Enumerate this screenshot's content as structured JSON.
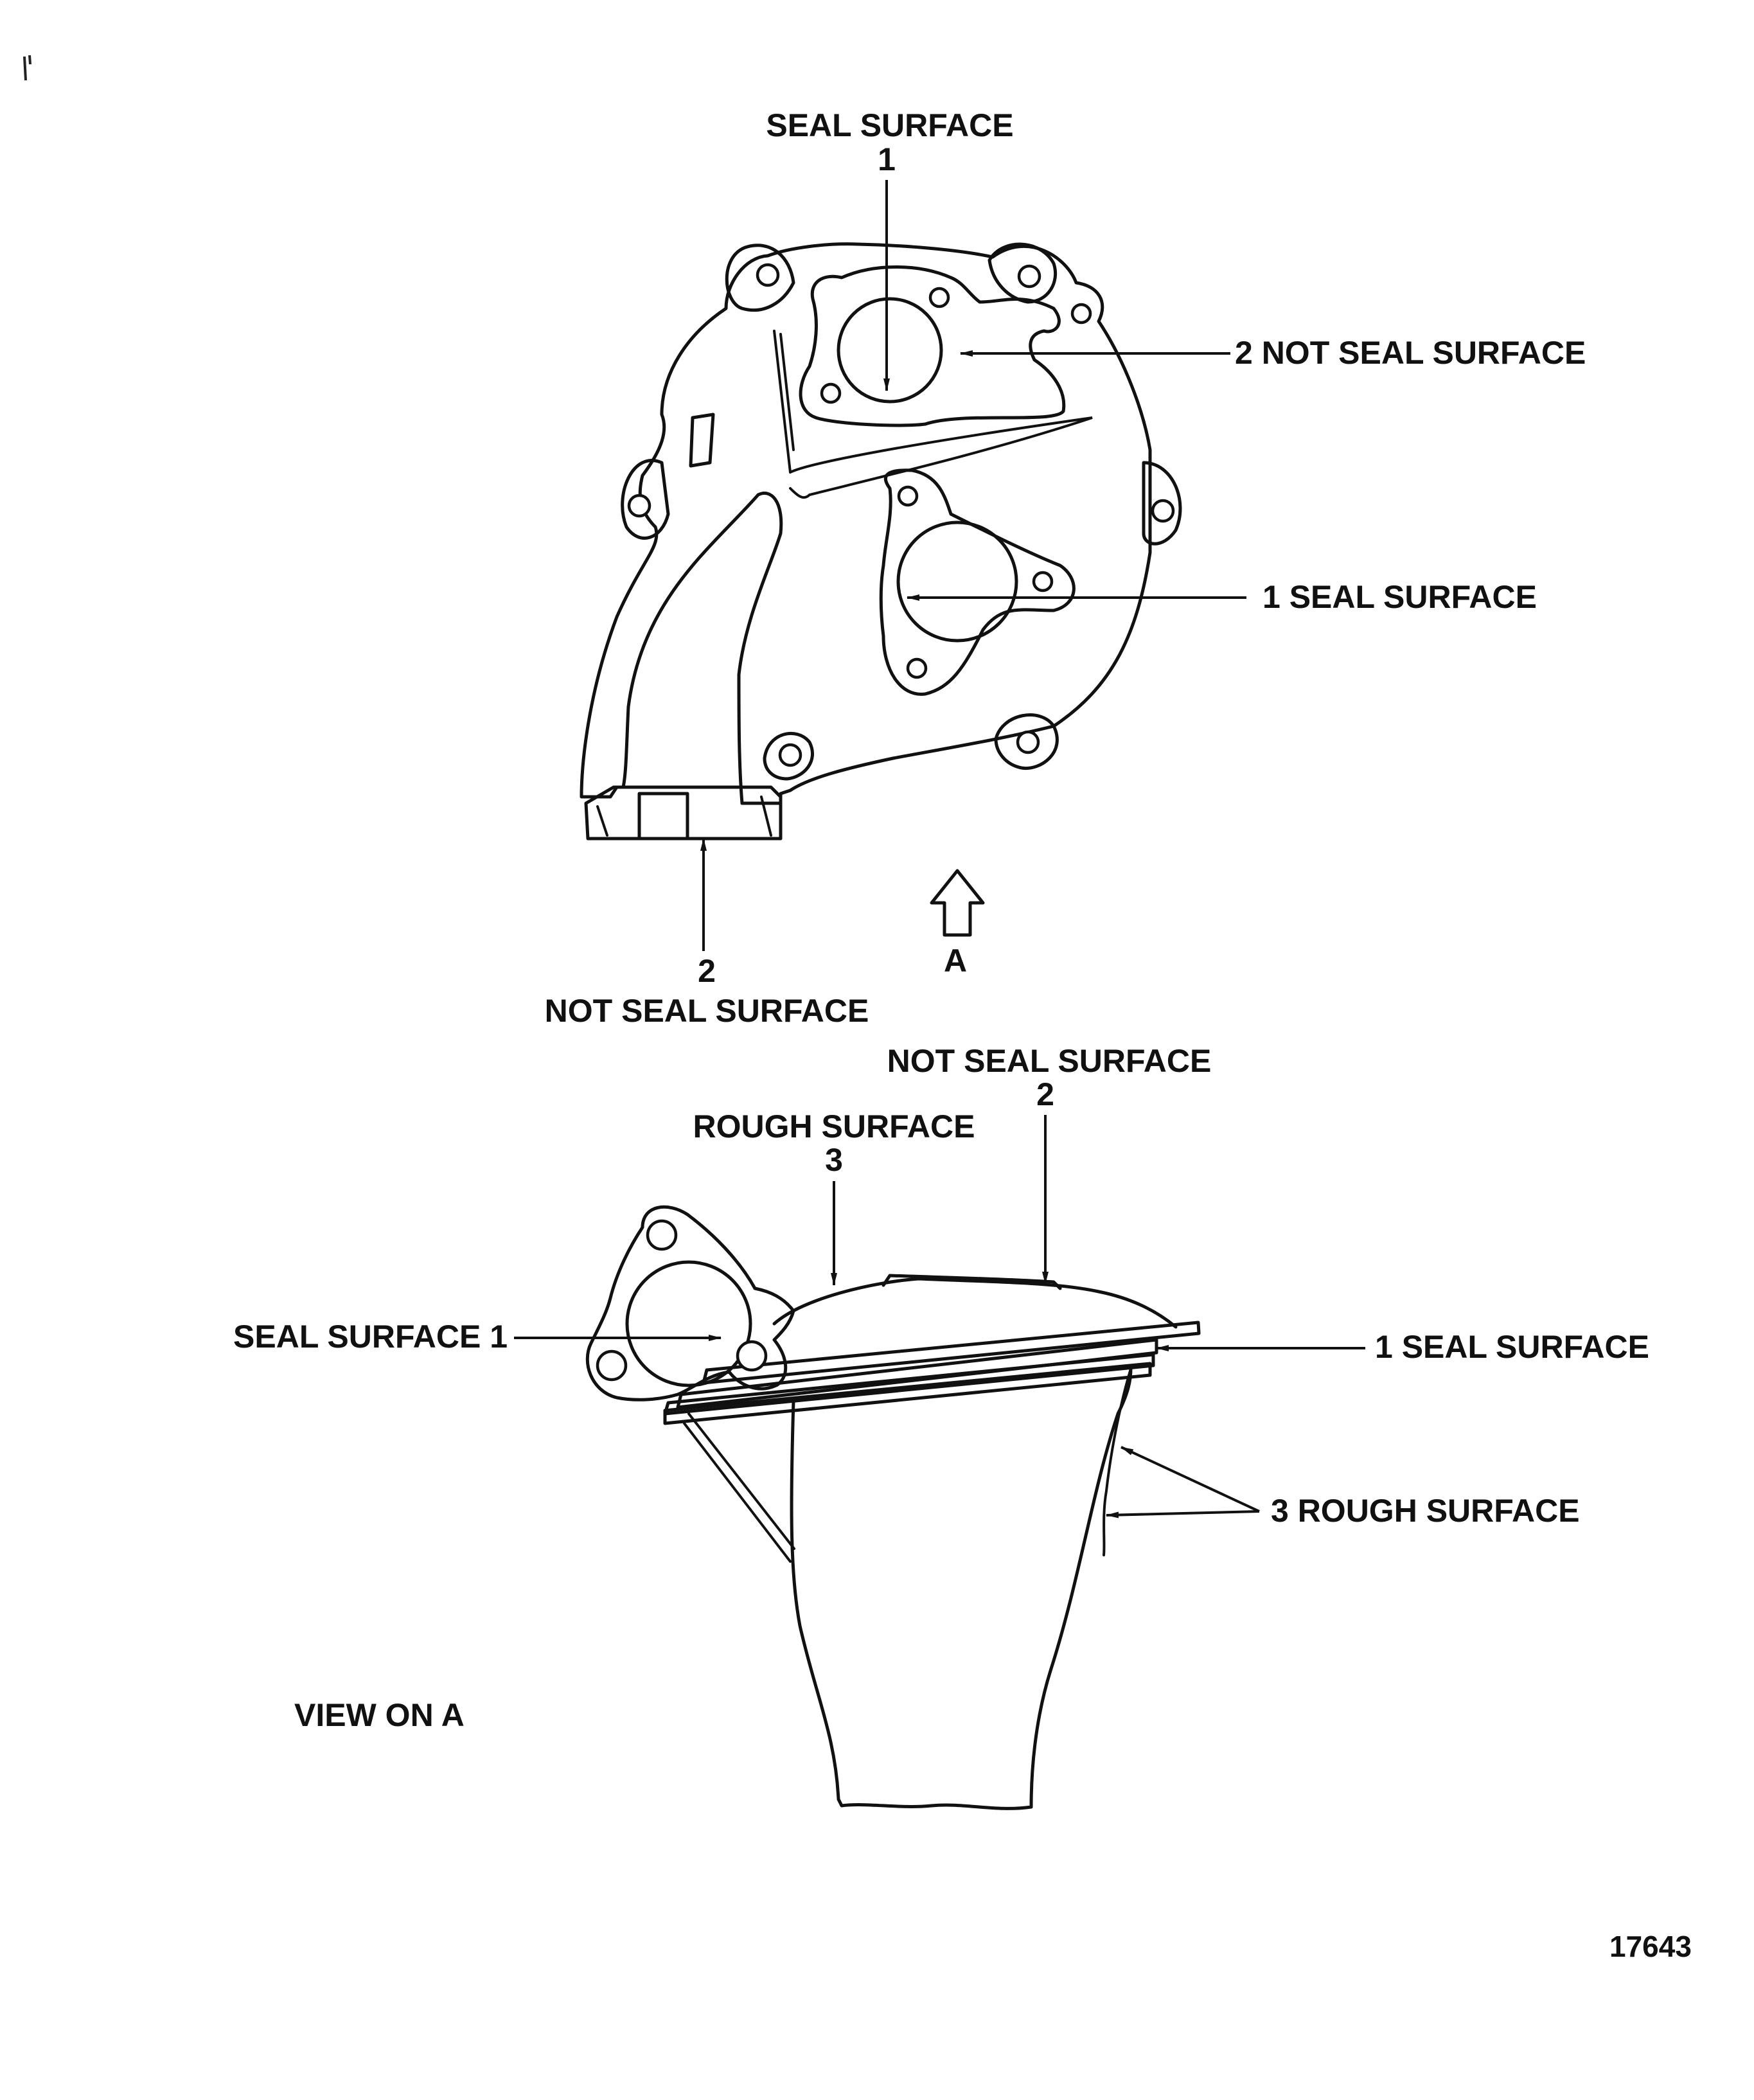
{
  "figure_number": "17643",
  "view_arrow_letter": "A",
  "view_caption": "VIEW ON A",
  "top_view": {
    "callouts": [
      {
        "id": "seal-top",
        "number": "1",
        "text": "SEAL SURFACE"
      },
      {
        "id": "not-seal-right",
        "text": "2 NOT SEAL SURFACE"
      },
      {
        "id": "seal-right",
        "text": "1 SEAL SURFACE"
      },
      {
        "id": "not-seal-bottom",
        "number": "2",
        "text": "NOT SEAL SURFACE"
      }
    ]
  },
  "side_view": {
    "callouts": [
      {
        "id": "not-seal-top",
        "number": "2",
        "text": "NOT SEAL SURFACE"
      },
      {
        "id": "rough-top",
        "number": "3",
        "text": "ROUGH SURFACE"
      },
      {
        "id": "seal-left",
        "text": "SEAL SURFACE 1"
      },
      {
        "id": "seal-right",
        "text": "1 SEAL SURFACE"
      },
      {
        "id": "rough-right",
        "text": "3 ROUGH SURFACE"
      }
    ]
  }
}
